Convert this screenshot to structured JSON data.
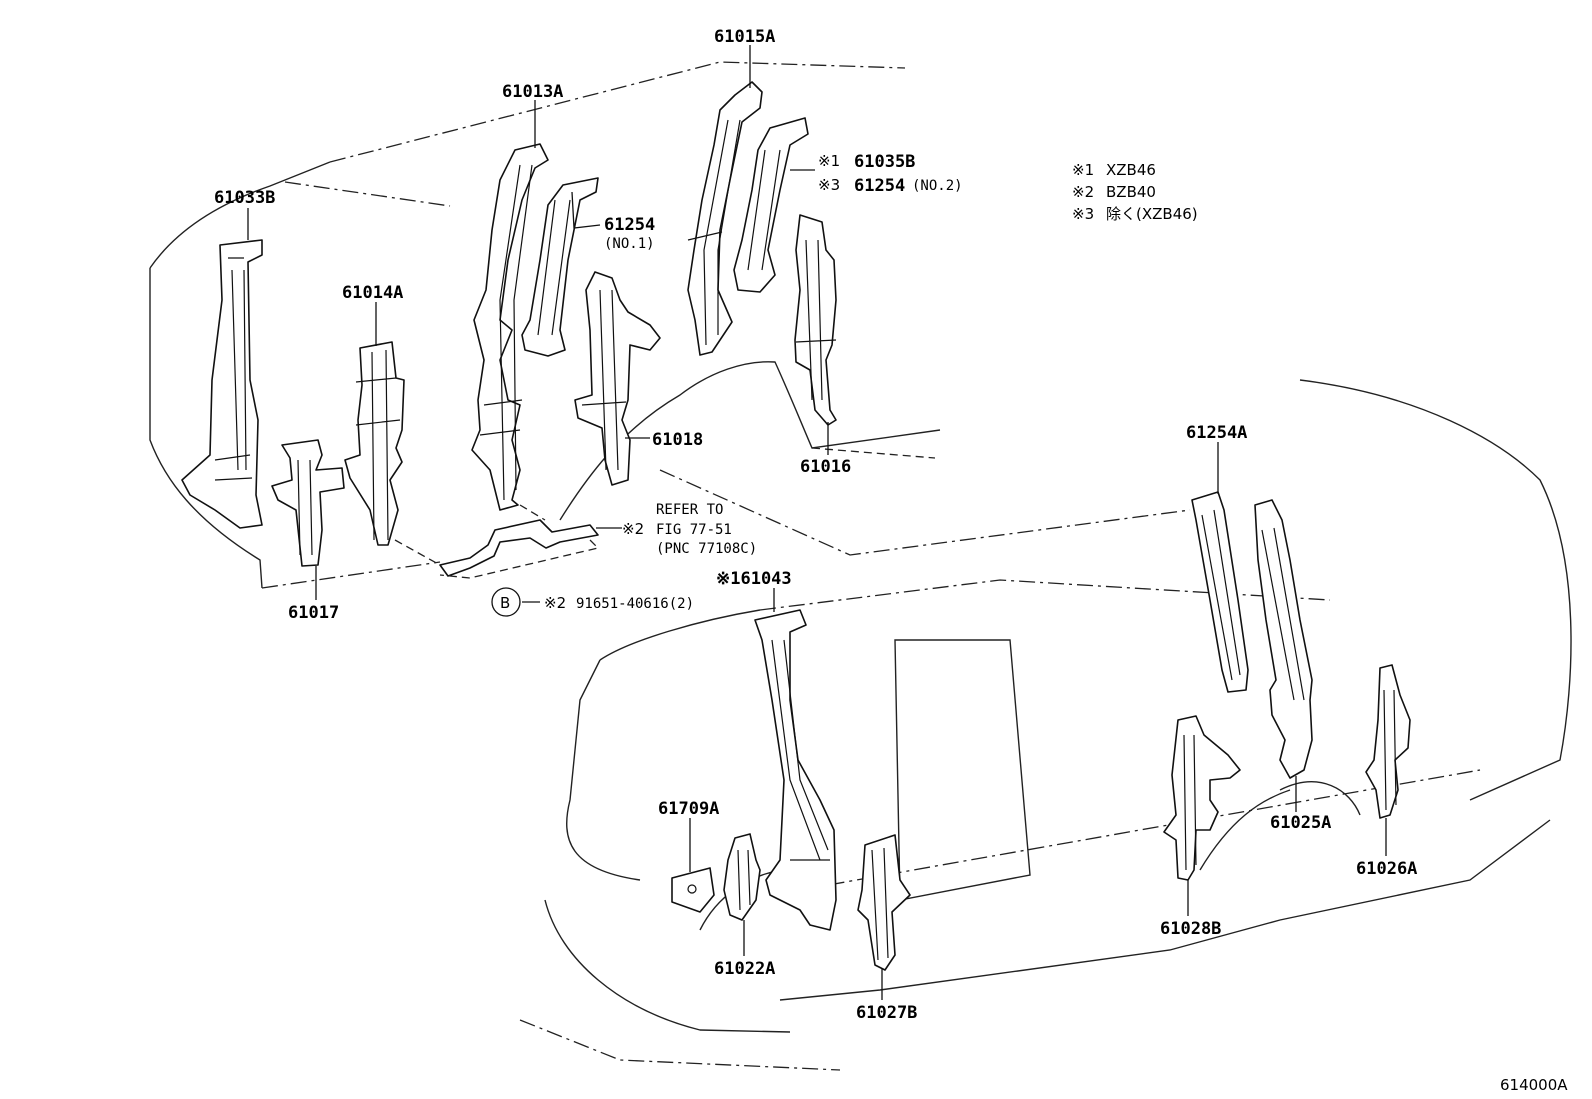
{
  "labels": {
    "p61015A": "61015A",
    "p61013A": "61013A",
    "p61033B": "61033B",
    "p61254": "61254",
    "p61254_sub": "(NO.1)",
    "p61014A": "61014A",
    "p61035B_prefix": "※1",
    "p61035B": "61035B",
    "p61254no2_prefix": "※3",
    "p61254no2": "61254",
    "p61254no2_sub": "(NO.2)",
    "p61018": "61018",
    "p61016": "61016",
    "p61017": "61017",
    "refer_line1": "REFER TO",
    "refer_prefix": "※2",
    "refer_line2": "FIG 77-51",
    "refer_line3": "(PNC 77108C)",
    "p61043": "※161043",
    "bolt_circle": "B",
    "bolt_prefix": "※2",
    "bolt_part": "91651-40616(2)",
    "p61254A": "61254A",
    "p61709A": "61709A",
    "p61022A": "61022A",
    "p61027B": "61027B",
    "p61028B": "61028B",
    "p61025A": "61025A",
    "p61026A": "61026A",
    "figure_id": "614000A"
  },
  "notes": [
    {
      "mark": "※1",
      "text": "XZB46"
    },
    {
      "mark": "※2",
      "text": "BZB40"
    },
    {
      "mark": "※3",
      "text": "除く(XZB46)"
    }
  ]
}
